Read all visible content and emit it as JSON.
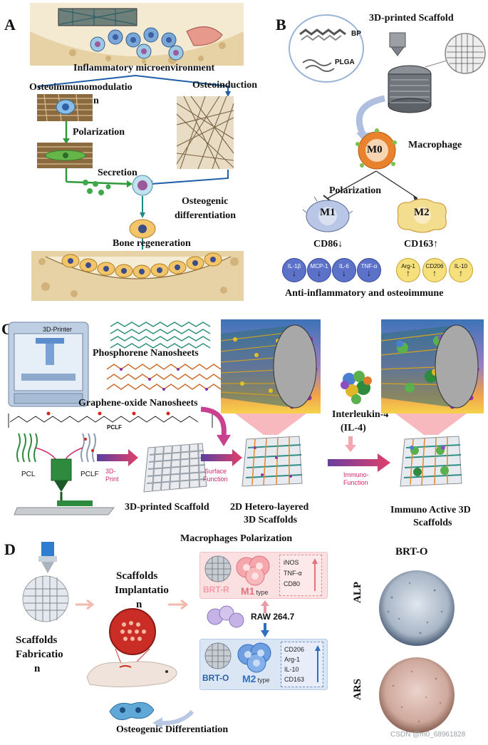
{
  "panelA": {
    "letter": "A",
    "inflammatory": "Inflammatory microenvironment",
    "osteoimmuno": "Osteoimmunomodulatio",
    "osteoimmuno_n": "n",
    "osteoinduction": "Osteoinduction",
    "polarization": "Polarization",
    "secretion": "Secretion",
    "osteogenic1": "Osteogenic",
    "osteogenic2": "differentiation",
    "bone": "Bone regeneration"
  },
  "panelB": {
    "letter": "B",
    "scaffold": "3D-printed Scaffold",
    "bp": "BP",
    "plga": "PLGA",
    "m0": "M0",
    "macrophage": "Macrophage",
    "polarization": "Polarization",
    "m1": "M1",
    "m2": "M2",
    "cd86": "CD86",
    "cd163": "CD163",
    "m1_markers": [
      "IL-1β",
      "MCP-1",
      "IL-6",
      "TNF-α"
    ],
    "m2_markers": [
      "Arg-1",
      "CD206",
      "IL-10"
    ],
    "bottom": "Anti-inflammatory and osteoimmune"
  },
  "panelC": {
    "letter": "C",
    "printer": "3D-Printer",
    "phosphorene": "Phosphorene Nanosheets",
    "graphene": "Graphene-oxide Nanosheets",
    "pclf_formula": "PCLF",
    "pcl": "PCL",
    "pclf": "PCLF",
    "arrow1a": "3D-",
    "arrow1b": "Print",
    "arrow2a": "Surface",
    "arrow2b": "Function",
    "interleukin": "Interleukin-4",
    "il4": "(IL-4)",
    "arrow3a": "Immuno-",
    "arrow3b": "Function",
    "scaffold_label": "3D-printed Scaffold",
    "hetero1": "2D Hetero-layered",
    "hetero2": "3D Scaffolds",
    "immuno1": "Immuno Active 3D",
    "immuno2": "Scaffolds"
  },
  "panelD": {
    "letter": "D",
    "mac_pol": "Macrophages Polarization",
    "implant1": "Scaffolds",
    "implant2": "Implantatio",
    "implant3": "n",
    "fab1": "Scaffolds",
    "fab2": "Fabricatio",
    "fab3": "n",
    "brt_r": "BRT-R",
    "m1": "M1",
    "type": "type",
    "m1_markers": [
      "iNOS",
      "TNF-α",
      "CD80"
    ],
    "raw": "RAW 264.7",
    "brt_o": "BRT-O",
    "m2": "M2",
    "m2_markers": [
      "CD206",
      "Arg-1",
      "IL-10",
      "CD163"
    ],
    "osteo_diff": "Osteogenic Differentiation",
    "brt_o_title": "BRT-O",
    "alp": "ALP",
    "ars": "ARS",
    "watermark": "CSDN @m0_68961828"
  },
  "colors": {
    "green_arrow": "#2e9a3a",
    "blue_arrow": "#1f5fa8",
    "m1_fill": "#b9c6e6",
    "m2_fill": "#f3dd8e",
    "macrophage_orange": "#e9822d",
    "pink_box": "#fbe0e2",
    "blue_box": "#dbe6f5"
  }
}
